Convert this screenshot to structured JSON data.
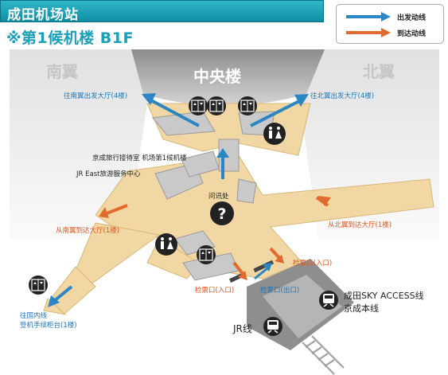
{
  "header": {
    "title": "成田机场站",
    "subtitle": "※第1候机楼 B1F"
  },
  "legend": {
    "departure": "出发动线",
    "arrival": "到达动线"
  },
  "colors": {
    "departure": "#2b86c5",
    "arrival": "#e26a2c",
    "floor": "#f1d7a3",
    "accent": "#1a9fb8"
  },
  "wings": {
    "south": "南翼",
    "central": "中央楼",
    "north": "北翼"
  },
  "labels": {
    "to_south_departure": "往南翼出发大厅(4楼)",
    "to_north_departure": "往北翼出发大厅(4楼)",
    "keisei_lounge": "京成旅行接待室 机场第1候机楼",
    "jr_east_center": "JR East旅游服务中心",
    "information": "问讯处",
    "from_south_arrival": "从南翼到达大厅(1楼)",
    "from_north_arrival": "从北翼到达大厅(1楼)",
    "gate_entrance_right": "检票口(入口)",
    "gate_entrance_left": "检票口(入口)",
    "gate_exit": "检票口(出口)",
    "sky_access": "成田SKY ACCESS线",
    "keisei_main": "京成本线",
    "jr_line": "JR线",
    "domestic": "往国内线",
    "domestic_counter": "登机手续柜台(1楼)"
  },
  "icons": [
    "elevator-icon",
    "restroom-icon",
    "information-icon",
    "train-icon"
  ]
}
